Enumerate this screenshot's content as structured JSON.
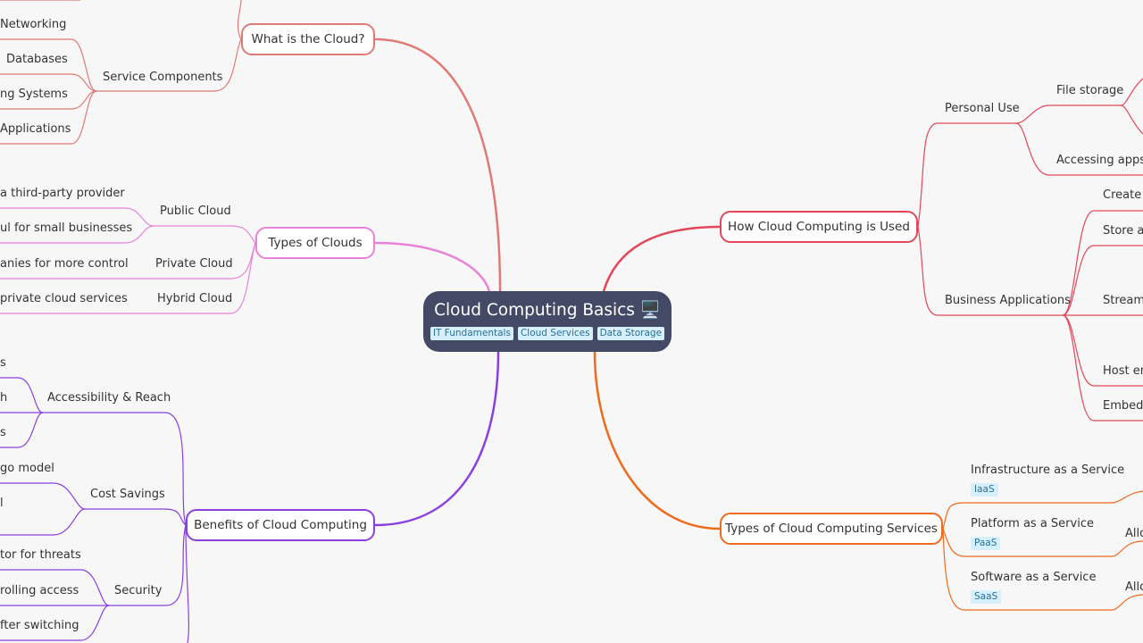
{
  "root": {
    "title": "Cloud Computing Basics 🖥️",
    "tags": [
      "IT Fundamentals",
      "Cloud Services",
      "Data Storage"
    ]
  },
  "colors": {
    "what_is": "#e07a76",
    "types_of_clouds": "#e883d8",
    "benefits": "#8b3fe0",
    "how_used": "#e2475a",
    "services": "#f06a1e",
    "root_bg": "#444a66",
    "tag_bg": "#d6f0fb"
  },
  "what_is": {
    "title": "What is the Cloud?",
    "service_components": "Service Components",
    "networking": "Networking",
    "databases": "Databases",
    "operating_systems": "ng Systems",
    "applications": "Applications"
  },
  "types_of_clouds": {
    "title": "Types of Clouds",
    "public": "Public Cloud",
    "public_detail_1": "a third-party provider",
    "public_detail_2": "ul for small businesses",
    "private": "Private Cloud",
    "private_detail": "anies for more control",
    "hybrid": "Hybrid Cloud",
    "hybrid_detail": "private cloud services"
  },
  "benefits": {
    "title": "Benefits of Cloud Computing",
    "accessibility": "Accessibility & Reach",
    "acc_1": "s",
    "acc_2": "h",
    "acc_3": "s",
    "cost": "Cost Savings",
    "cost_1": "go model",
    "cost_2": "l",
    "security": "Security",
    "sec_1": "tor for threats",
    "sec_2": "rolling access",
    "sec_3": "fter switching"
  },
  "how_used": {
    "title": "How Cloud Computing is Used",
    "personal": "Personal Use",
    "file_storage": "File storage",
    "accessing_apps": "Accessing apps,",
    "business": "Business Applications",
    "b1": "Create v",
    "b2": "Store an",
    "b3": "Streami",
    "b4": "Host em",
    "b5": "Embed"
  },
  "services": {
    "title": "Types of Cloud Computing Services",
    "iaas": "Infrastructure as a Service",
    "iaas_abbr": "IaaS",
    "paas": "Platform as a Service",
    "paas_abbr": "PaaS",
    "paas_detail": "Allo",
    "saas": "Software as a Service",
    "saas_abbr": "SaaS",
    "saas_detail": "Allo"
  }
}
